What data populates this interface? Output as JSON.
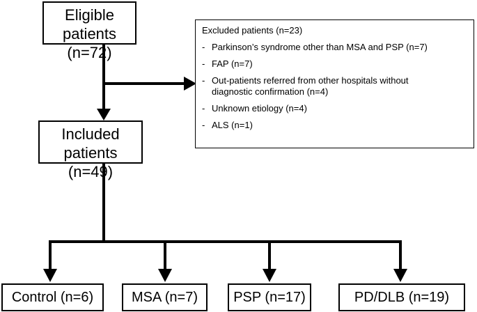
{
  "eligible": {
    "title": "Eligible patients",
    "count": "(n=72)"
  },
  "included": {
    "title": "Included patients",
    "count": "(n=49)"
  },
  "excluded": {
    "title": "Excluded patients (n=23)",
    "items": [
      {
        "line1": "Parkinson’s syndrome other than MSA and PSP (n=7)",
        "line2": ""
      },
      {
        "line1": "FAP (n=7)",
        "line2": ""
      },
      {
        "line1": "Out-patients referred from other hospitals without",
        "line2": "diagnostic confirmation  (n=4)"
      },
      {
        "line1": "Unknown etiology (n=4)",
        "line2": ""
      },
      {
        "line1": "ALS (n=1)",
        "line2": ""
      }
    ]
  },
  "groups": {
    "control": "Control (n=6)",
    "msa": "MSA (n=7)",
    "psp": "PSP (n=17)",
    "pd_dlb": "PD/DLB (n=19)"
  }
}
